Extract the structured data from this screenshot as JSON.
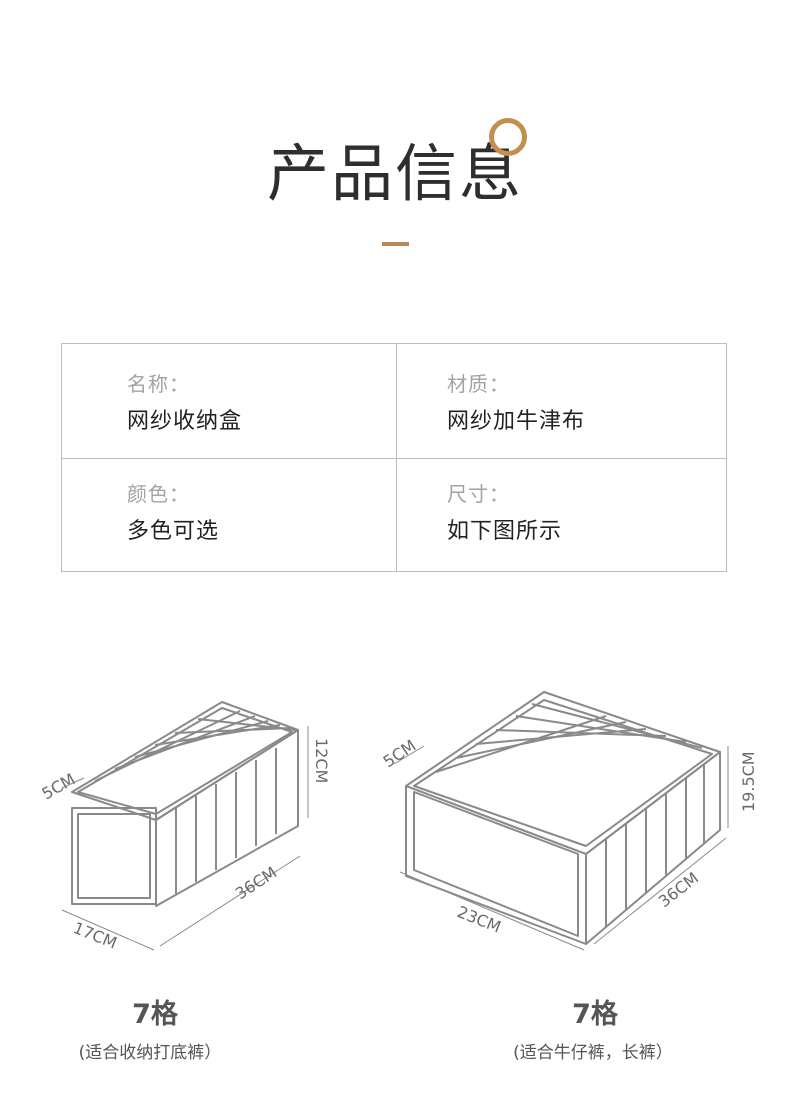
{
  "header": {
    "title": "产品信息"
  },
  "info": [
    {
      "label": "名称：",
      "value": "网纱收纳盒"
    },
    {
      "label": "材质：",
      "value": "网纱加牛津布"
    },
    {
      "label": "颜色：",
      "value": "多色可选"
    },
    {
      "label": "尺寸：",
      "value": "如下图所示"
    }
  ],
  "product_small": {
    "dims": {
      "depth": "5CM",
      "height": "12CM",
      "length": "36CM",
      "width": "17CM"
    },
    "grids": "7格",
    "note": "(适合收纳打底裤）"
  },
  "product_large": {
    "dims": {
      "depth": "5CM",
      "height": "19.5CM",
      "length": "36CM",
      "width": "23CM"
    },
    "grids": "7格",
    "note": "(适合牛仔裤，长裤）"
  },
  "colors": {
    "accent": "#c58e51",
    "line": "#8a8a8a",
    "text": "#2e2e2e"
  }
}
